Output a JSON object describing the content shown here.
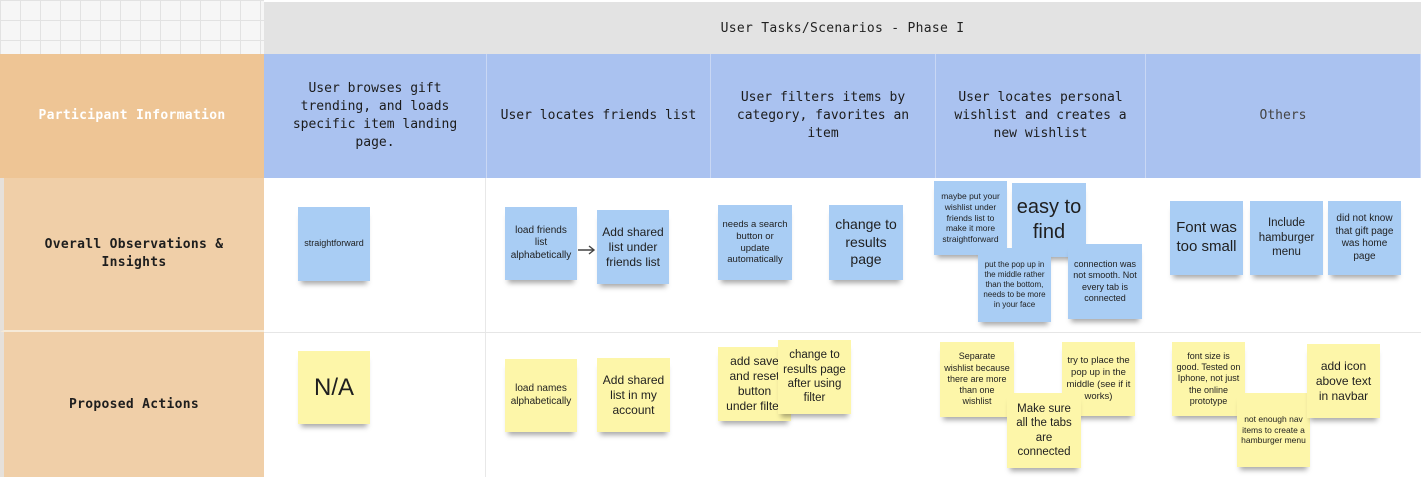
{
  "header": {
    "phase_title": "User Tasks/Scenarios - Phase I"
  },
  "rows": {
    "participant": "Participant Information",
    "observations": "Overall Observations & Insights",
    "actions": "Proposed Actions"
  },
  "columns": [
    {
      "label": "User browses gift trending, and loads specific item landing page."
    },
    {
      "label": "User locates friends list"
    },
    {
      "label": "User filters items by category, favorites an item"
    },
    {
      "label": "User locates personal wishlist and creates a new wishlist"
    },
    {
      "label": "Others"
    }
  ],
  "notes": {
    "obs": {
      "c1_straightforward": "straightforward",
      "c2_load_friends": "load friends list alphabetically",
      "c2_add_shared": "Add shared list under friends list",
      "c3_search_button": "needs a search button or update automatically",
      "c3_change_results": "change to results page",
      "c4_maybe_put": "maybe put your wishlist under friends list to make it more straightforward",
      "c4_easy": "easy to find",
      "c4_popup_middle": "put the pop up in the middle rather than the bottom, needs to be more in your face",
      "c4_connection": "connection was not smooth. Not every tab is connected",
      "c5_font": "Font was too small",
      "c5_hamburger": "Include hamburger menu",
      "c5_gift_page": "did not know that gift page was home page"
    },
    "act": {
      "c1_na": "N/A",
      "c2_load_names": "load names alphabetically",
      "c2_add_shared": "Add shared list in my account",
      "c3_add_save": "add save and reset button under filter",
      "c3_change_results": "change to results page after using filter",
      "c4_separate": "Separate wishlist because there are more than one wishlist",
      "c4_place_popup": "try to place the pop up in the middle (see if it works)",
      "c4_make_sure": "Make sure all the tabs are connected",
      "c5_font_size": "font size is good. Tested on Iphone, not just the online prototype",
      "c5_not_enough": "not enough nav items to create a hamburger menu",
      "c5_add_icon": "add icon above text in navbar"
    }
  },
  "colors": {
    "header_orange": "#eec595",
    "label_tan": "#f0cfa8",
    "task_blue": "#aac2f0",
    "sticky_blue": "#a9cdf4",
    "sticky_yellow": "#fdf6a9"
  },
  "icons": [
    "arrow-icon"
  ]
}
